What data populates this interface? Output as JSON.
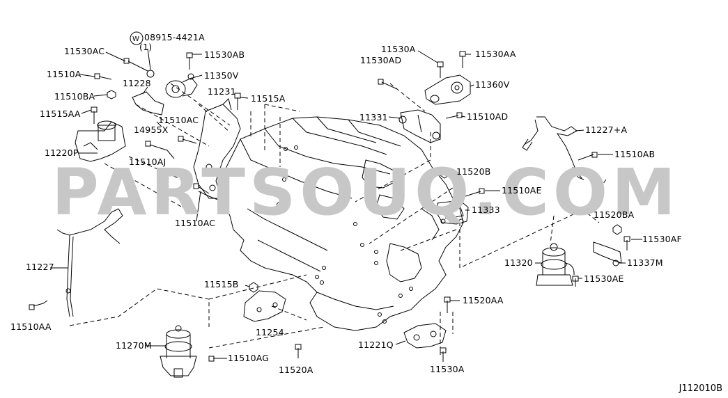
{
  "watermark": "PARTSOUQ.COM",
  "diagram_code": "J112010B",
  "callouts": {
    "c_08915_4421A": "08915-4421A",
    "c_08915_qty": "(1)",
    "c_11530AC": "11530AC",
    "c_11530AB": "11530AB",
    "c_11510A": "11510A",
    "c_11350V": "11350V",
    "c_11228": "11228",
    "c_11510BA": "11510BA",
    "c_11231": "11231",
    "c_11515A": "11515A",
    "c_11515AA": "11515AA",
    "c_14955X": "14955X",
    "c_11510AC_top": "11510AC",
    "c_11220P": "11220P",
    "c_11510AJ": "11510AJ",
    "c_11510AC_bot": "11510AC",
    "c_11530A_top": "11530A",
    "c_11530AA": "11530AA",
    "c_11530AD": "11530AD",
    "c_11360V": "11360V",
    "c_11331": "11331",
    "c_11510AD": "11510AD",
    "c_11227A": "11227+A",
    "c_11510AB": "11510AB",
    "c_11520B": "11520B",
    "c_11510AE": "11510AE",
    "c_11333": "11333",
    "c_11520BA": "11520BA",
    "c_11530AF": "11530AF",
    "c_11320": "11320",
    "c_11337M": "11337M",
    "c_11530AE": "11530AE",
    "c_11227": "11227",
    "c_11510AA": "11510AA",
    "c_11515B": "11515B",
    "c_11254": "11254",
    "c_11520AA": "11520AA",
    "c_11221Q": "11221Q",
    "c_11270M": "11270M",
    "c_11510AG": "11510AG",
    "c_11520A": "11520A",
    "c_11530A_bot": "11530A"
  }
}
